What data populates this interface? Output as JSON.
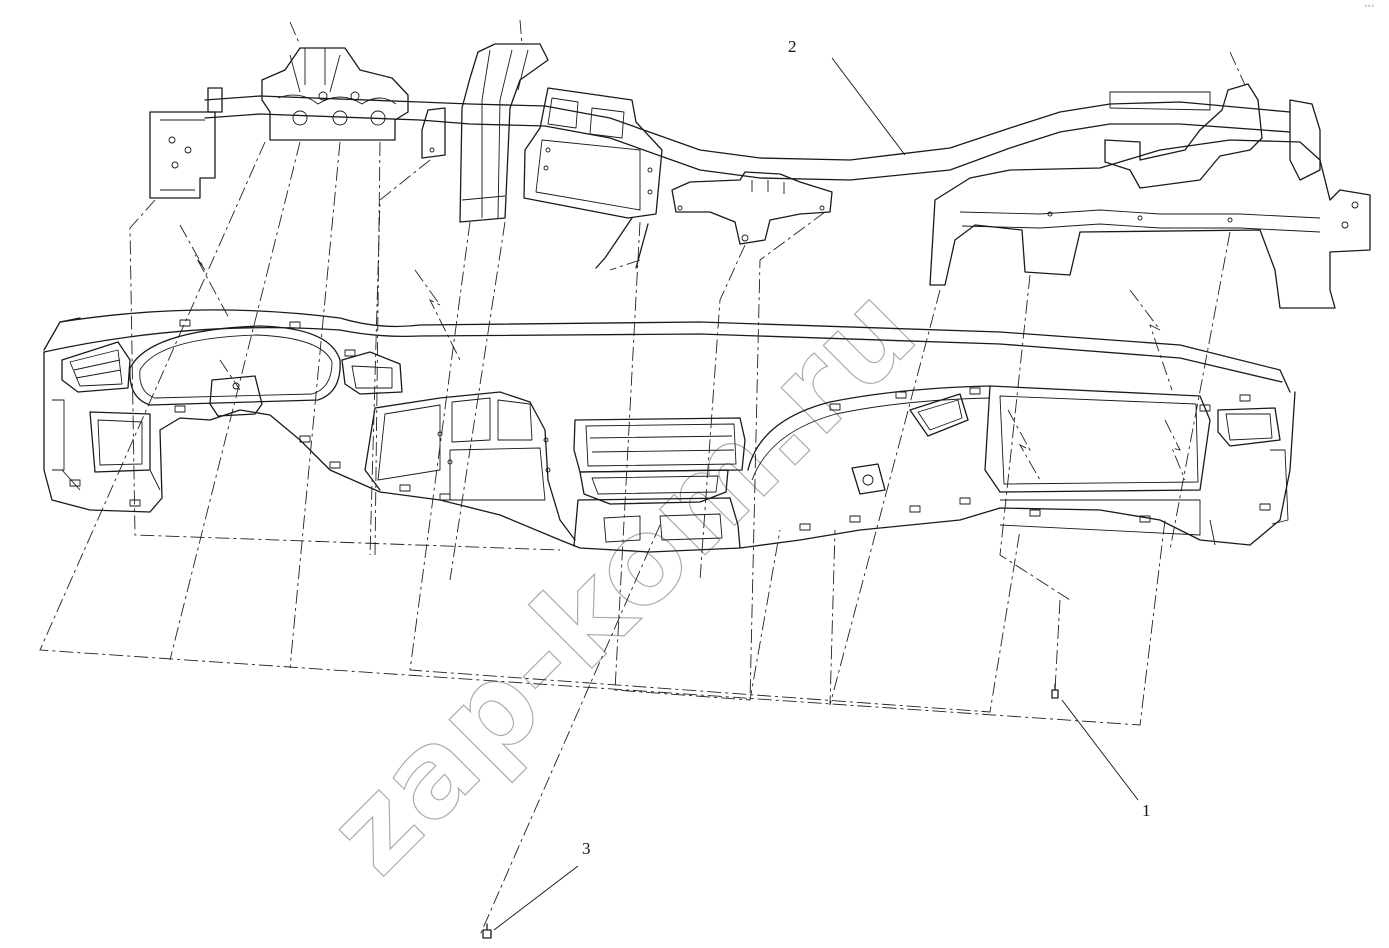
{
  "callouts": {
    "part1": "1",
    "part2": "2",
    "part3": "3"
  },
  "watermark": "zap-kom.ru",
  "corner_mark": "°°°",
  "colors": {
    "line": "#1a1a1a",
    "watermark": "#8a8a8a"
  }
}
